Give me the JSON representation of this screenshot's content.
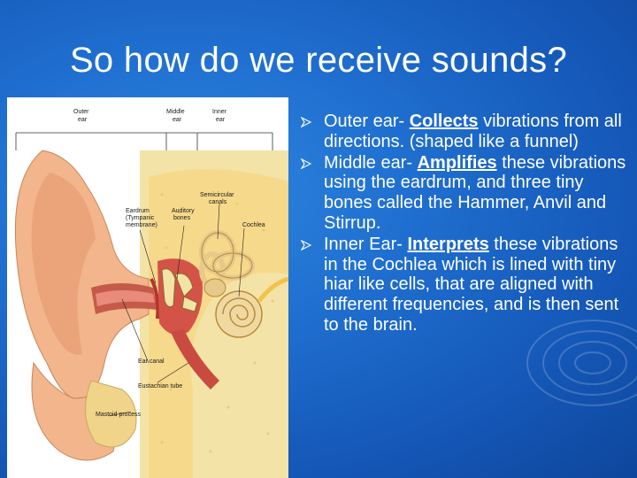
{
  "slide": {
    "title": "So how do we receive sounds?"
  },
  "diagram": {
    "labels": {
      "outer_ear": [
        "Outer",
        "ear"
      ],
      "middle_ear": [
        "Middle",
        "ear"
      ],
      "inner_ear": [
        "Inner",
        "ear"
      ],
      "semicircular_canals": [
        "Semicircular",
        "canals"
      ],
      "eardrum": [
        "Eardrum",
        "(Tympanic",
        "membrane)"
      ],
      "auditory_bones": [
        "Auditory",
        "bones"
      ],
      "cochlea": "Cochlea",
      "ear_canal": "Ear canal",
      "eustachian_tube": "Eustachian tube",
      "mastoid_process": "Mastoid process"
    }
  },
  "bullets": [
    {
      "prefix": "Outer ear- ",
      "emphasis": "Collects",
      "suffix": " vibrations from all directions. (shaped like a funnel)"
    },
    {
      "prefix": "Middle ear- ",
      "emphasis": "Amplifies",
      "suffix": " these vibrations using the eardrum, and three tiny bones called the Hammer, Anvil and Stirrup."
    },
    {
      "prefix": "Inner Ear- ",
      "emphasis": "Interprets",
      "suffix": " these vibrations in the Cochlea which is lined with tiny hiar like cells, that are aligned with different frequencies, and is then sent to the brain."
    }
  ],
  "colors": {
    "background": "#1f6fd0",
    "text": "#ffffff",
    "skin": "#f2b58c",
    "bone": "#f3e3a6"
  },
  "icons": {
    "bullet": "arrow-bullet-icon"
  }
}
